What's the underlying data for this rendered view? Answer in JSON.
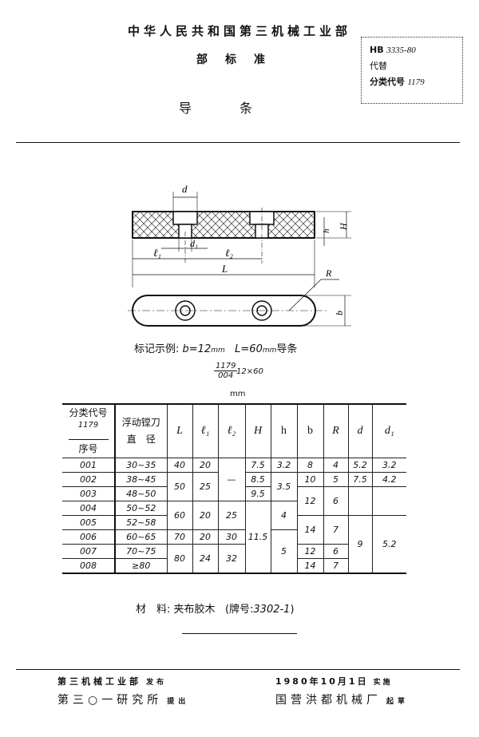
{
  "header": {
    "ministry": "中华人民共和国第三机械工业部",
    "standard_type": "部标准",
    "doc_title": "导条",
    "code_box": {
      "standard_prefix": "HB",
      "standard_number": "3335-80",
      "replaces_label": "代替",
      "classification_label": "分类代号",
      "classification_code": "1179"
    }
  },
  "drawing": {
    "labels": {
      "d": "d",
      "d1": "d₁",
      "l1": "ℓ₁",
      "l2": "ℓ₂",
      "L": "L",
      "h": "h",
      "H": "H",
      "R": "R",
      "b": "b"
    }
  },
  "marking_example": {
    "label": "标记示例:",
    "b_text": "b=12",
    "b_unit": "mm",
    "L_text": "L=60",
    "L_unit": "mm",
    "suffix": "导条",
    "fraction_numerator": "1179",
    "fraction_denominator": "004",
    "fraction_suffix": "12×60"
  },
  "table": {
    "units": "mm",
    "headers": {
      "code_top": "分类代号",
      "code_mid": "1179",
      "code_bottom": "序号",
      "diameter_line1": "浮动镗刀",
      "diameter_line2": "直　径",
      "L": "L",
      "l1": "ℓ₁",
      "l2": "ℓ₂",
      "H": "H",
      "h": "h",
      "b": "b",
      "R": "R",
      "d": "d",
      "d1": "d₁"
    },
    "rows": [
      {
        "code": "001",
        "diameter": "30~35",
        "L": "40",
        "l1": "20",
        "l2": "—",
        "H": "7.5",
        "h": "3.2",
        "b": "8",
        "R": "4",
        "d": "5.2",
        "d1": "3.2"
      },
      {
        "code": "002",
        "diameter": "38~45",
        "L": "50",
        "l1": "25",
        "l2": "—",
        "H": "8.5",
        "h": "3.5",
        "b": "10",
        "R": "5",
        "d": "7.5",
        "d1": "4.2"
      },
      {
        "code": "003",
        "diameter": "48~50",
        "L": "50",
        "l1": "25",
        "l2": "—",
        "H": "9.5",
        "h": "3.5",
        "b": "12",
        "R": "6",
        "d": "",
        "d1": ""
      },
      {
        "code": "004",
        "diameter": "50~52",
        "L": "60",
        "l1": "20",
        "l2": "25",
        "H": "",
        "h": "4",
        "b": "12",
        "R": "6",
        "d": "",
        "d1": ""
      },
      {
        "code": "005",
        "diameter": "52~58",
        "L": "60",
        "l1": "20",
        "l2": "25",
        "H": "11.5",
        "h": "4",
        "b": "14",
        "R": "7",
        "d": "9",
        "d1": "5.2"
      },
      {
        "code": "006",
        "diameter": "60~65",
        "L": "70",
        "l1": "20",
        "l2": "30",
        "H": "11.5",
        "h": "5",
        "b": "14",
        "R": "7",
        "d": "9",
        "d1": "5.2"
      },
      {
        "code": "007",
        "diameter": "70~75",
        "L": "80",
        "l1": "24",
        "l2": "32",
        "H": "11.5",
        "h": "5",
        "b": "12",
        "R": "6",
        "d": "9",
        "d1": "5.2"
      },
      {
        "code": "008",
        "diameter": "≥80",
        "L": "80",
        "l1": "24",
        "l2": "32",
        "H": "11.5",
        "h": "5",
        "b": "14",
        "R": "7",
        "d": "9",
        "d1": "5.2"
      }
    ],
    "display": {
      "r0": {
        "code": "001",
        "dia": "30~35",
        "L": "40",
        "l1": "20",
        "H": "7.5",
        "h": "3.2",
        "b": "8",
        "R": "4",
        "d": "5.2",
        "d1": "3.2"
      },
      "r1": {
        "code": "002",
        "dia": "38~45",
        "L": "50",
        "l1": "25",
        "l2": "—",
        "H": "8.5",
        "h": "3.5",
        "b": "10",
        "R": "5",
        "d": "7.5",
        "d1": "4.2"
      },
      "r2": {
        "code": "003",
        "dia": "48~50",
        "H": "9.5",
        "b": "12",
        "R": "6"
      },
      "r3": {
        "code": "004",
        "dia": "50~52",
        "L": "60",
        "l1": "20",
        "l2": "25",
        "h": "4"
      },
      "r4": {
        "code": "005",
        "dia": "52~58",
        "H": "11.5",
        "b": "14",
        "R": "7",
        "d": "9",
        "d1": "5.2"
      },
      "r5": {
        "code": "006",
        "dia": "60~65",
        "L": "70",
        "l1": "20",
        "l2": "30",
        "h": "5"
      },
      "r6": {
        "code": "007",
        "dia": "70~75",
        "L": "80",
        "l1": "24",
        "l2": "32",
        "b": "12",
        "R": "6"
      },
      "r7": {
        "code": "008",
        "dia": "≥80",
        "b": "14",
        "R": "7"
      }
    }
  },
  "material": {
    "label": "材　料:",
    "value": "夹布胶木",
    "grade_label": "(牌号:",
    "grade_value": "3302-1",
    "grade_close": ")"
  },
  "footer": {
    "issuer": "第三机械工业部",
    "issuer_action": "发布",
    "proposer": "第三○一研究所",
    "proposer_action": "提出",
    "effective_date": "1980年10月1日",
    "effective_action": "实施",
    "drafter": "国营洪都机械厂",
    "drafter_action": "起草"
  }
}
